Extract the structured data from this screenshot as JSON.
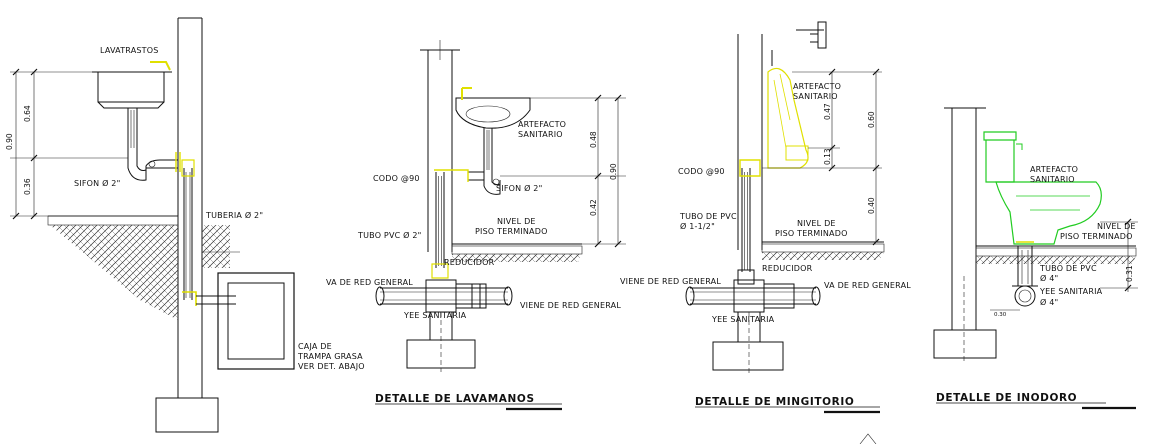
{
  "details": [
    {
      "id": "lavatrastos",
      "labels": {
        "fixture": "LAVATRASTOS",
        "sifon": "SIFON Ø 2\"",
        "tuberia": "TUBERIA Ø 2\"",
        "caja": [
          "CAJA DE",
          "TRAMPA GRASA",
          "VER DET. ABAJO"
        ]
      },
      "dimensions": [
        "0.90",
        "0.64",
        "0.36"
      ]
    },
    {
      "id": "lavamanos",
      "title": "DETALLE DE LAVAMANOS",
      "labels": {
        "artefacto": [
          "ARTEFACTO",
          "SANITARIO"
        ],
        "codo": "CODO @90",
        "sifon": "SIFON Ø 2\"",
        "nivel": [
          "NIVEL DE",
          "PISO TERMINADO"
        ],
        "tubo": "TUBO PVC Ø 2\"",
        "reducidor": "REDUCIDOR",
        "va_de_red": "VA DE RED GENERAL",
        "viene_de_red": "VIENE DE RED GENERAL",
        "yee": "YEE SANITARIA"
      },
      "dimensions": [
        "0.48",
        "0.90",
        "0.42"
      ]
    },
    {
      "id": "mingitorio",
      "title": "DETALLE DE MINGITORIO",
      "labels": {
        "artefacto": [
          "ARTEFACTO",
          "SANITARIO"
        ],
        "codo": "CODO @90",
        "tubo": [
          "TUBO DE PVC",
          "Ø 1-1/2\""
        ],
        "nivel": [
          "NIVEL DE",
          "PISO TERMINADO"
        ],
        "reducidor": "REDUCIDOR",
        "viene_de_red": "VIENE DE RED GENERAL",
        "va_de_red": "VA DE RED GENERAL",
        "yee": "YEE SANITARIA"
      },
      "dimensions": [
        "0.47",
        "0.60",
        "0.13",
        "0.40"
      ]
    },
    {
      "id": "inodoro",
      "title": "DETALLE DE INODORO",
      "labels": {
        "artefacto": [
          "ARTEFACTO",
          "SANITARIO"
        ],
        "nivel": [
          "NIVEL DE",
          "PISO TERMINADO"
        ],
        "tubo": [
          "TUBO DE PVC",
          "Ø 4\""
        ],
        "yee": [
          "YEE SANITARIA",
          "Ø 4\""
        ]
      },
      "dimensions": [
        "0.31",
        "0.30"
      ]
    }
  ],
  "colors": {
    "line": "#111111",
    "pipe_highlight": "#e0e000",
    "fixture_green": "#22cc22"
  }
}
